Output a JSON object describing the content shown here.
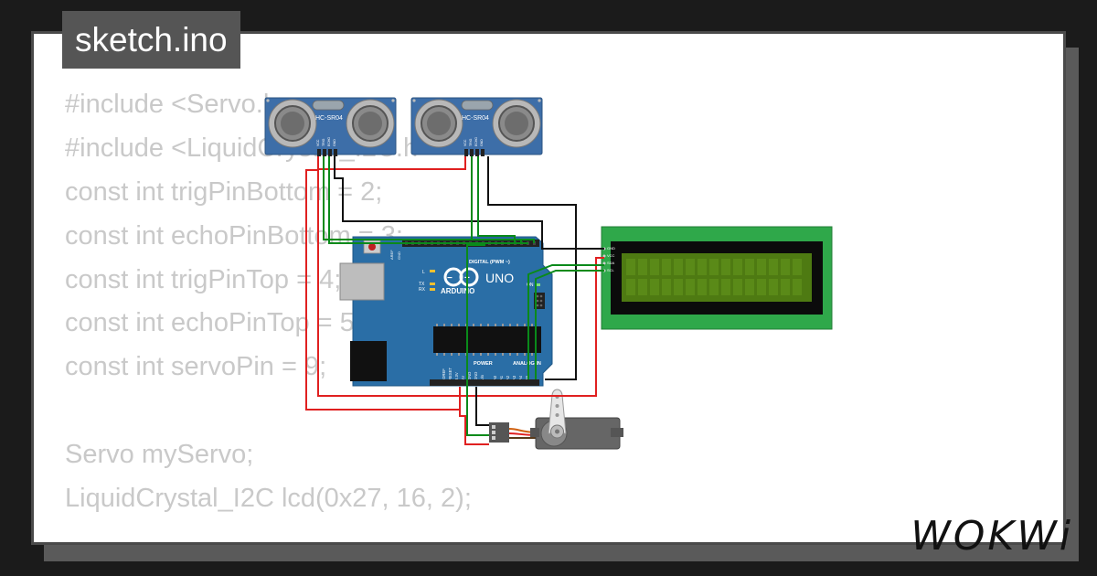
{
  "title": "sketch.ino",
  "code_lines": [
    "#include <Servo.h>",
    "#include <LiquidCrystal_I2C.h>",
    "const int trigPinBottom = 2;",
    "const int echoPinBottom = 3;",
    "const int trigPinTop = 4;",
    "const int echoPinTop = 5;",
    "const int servoPin = 9;",
    "",
    "Servo myServo;",
    "LiquidCrystal_I2C lcd(0x27, 16, 2);"
  ],
  "components": {
    "ultrasonic_1": {
      "label": "HC-SR04",
      "pins": [
        "VCC",
        "TRIG",
        "ECHO",
        "GND"
      ]
    },
    "ultrasonic_2": {
      "label": "HC-SR04",
      "pins": [
        "VCC",
        "TRIG",
        "ECHO",
        "GND"
      ]
    },
    "arduino": {
      "brand": "ARDUINO",
      "model": "UNO",
      "digital_header": "DIGITAL (PWM ~)",
      "power_header": "POWER",
      "analog_header": "ANALOG IN",
      "left_labels": [
        "L",
        "TX",
        "RX"
      ],
      "on_label": "ON",
      "power_pins": [
        "IOREF",
        "RESET",
        "3.3V",
        "5V",
        "GND",
        "GND",
        "Vin"
      ],
      "analog_pins": [
        "A0",
        "A1",
        "A2",
        "A3",
        "A4",
        "A5"
      ],
      "aref_label": "AREF",
      "gnd_label": "GND"
    },
    "lcd": {
      "pins": [
        "GND",
        "VCC",
        "SDA",
        "SCL"
      ]
    },
    "servo": {}
  },
  "colors": {
    "background": "#1b1b1b",
    "card": "#ffffff",
    "tab": "#555555",
    "code_text": "#c9c9c9",
    "sensor_board": "#3d6ea8",
    "arduino_board": "#2a6ea6",
    "lcd_board": "#2fa84a",
    "lcd_screen": "#4e7a12",
    "wire_red": "#e02020",
    "wire_black": "#111111",
    "wire_green": "#0a8a1a"
  },
  "logo": "WOKWi"
}
